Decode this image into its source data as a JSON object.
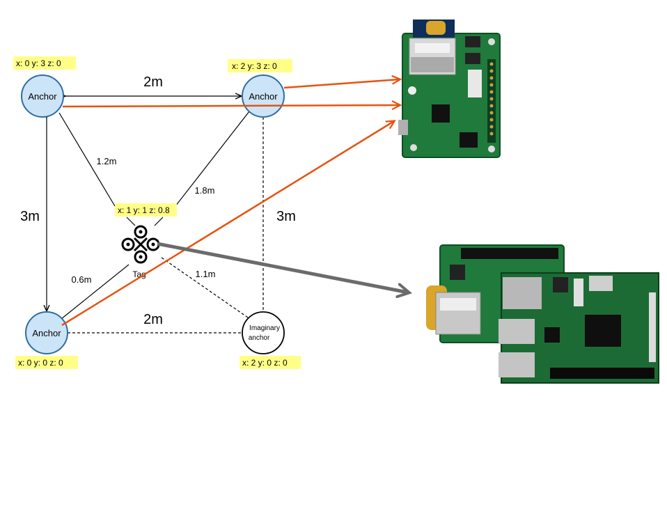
{
  "anchors": {
    "top_left": {
      "label": "Anchor",
      "coord": "x: 0 y: 3  z: 0"
    },
    "top_right": {
      "label": "Anchor",
      "coord": "x: 2 y: 3  z: 0"
    },
    "bottom_left": {
      "label": "Anchor",
      "coord": "x: 0 y: 0  z: 0"
    },
    "imaginary": {
      "label_line1": "Imaginary",
      "label_line2": "anchor",
      "coord": "x: 2 y: 0  z: 0"
    }
  },
  "tag": {
    "label": "Tag",
    "coord": "x: 1 y: 1 z: 0.8"
  },
  "distances": {
    "top": "2m",
    "bottom": "2m",
    "left": "3m",
    "right": "3m",
    "to_top_left": "1.2m",
    "to_top_right": "1.8m",
    "to_bottom_left": "0.6m",
    "to_imaginary": "1.1m"
  },
  "colors": {
    "anchor_fill": "#cce4f7",
    "anchor_stroke": "#2e6ca4",
    "label_bg": "#ffff88",
    "orange_arrow": "#e8520e",
    "gray_arrow": "#6b6b6b",
    "pcb_green": "#1f7a3c"
  },
  "icons": {
    "tag": "drone-icon",
    "top_board": "uwb-module-board-icon",
    "bottom_board": "raspberry-pi-board-icon"
  }
}
